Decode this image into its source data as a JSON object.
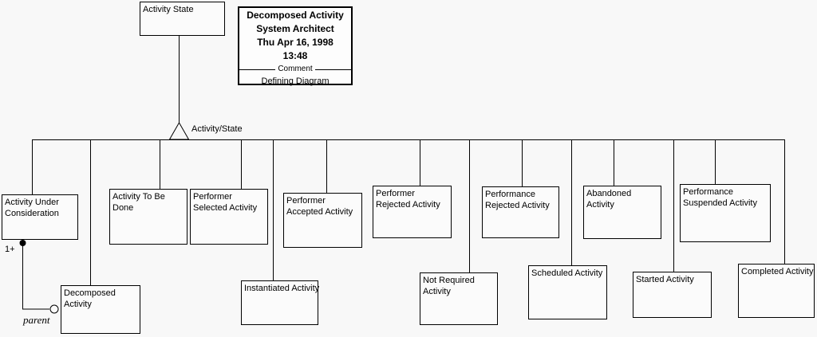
{
  "diagram": {
    "root": {
      "label": "Activity State"
    },
    "title_block": {
      "lines": [
        "Decomposed Activity",
        "System Architect",
        "Thu Apr 16, 1998",
        "13:48"
      ],
      "comment_label": "Comment",
      "footer": "Defining Diagram"
    },
    "branch_label": "Activity/State",
    "annotations": {
      "cardinality": "1+",
      "role": "parent"
    },
    "nodes": [
      {
        "id": "activity-under-consideration",
        "label": "Activity Under Consideration"
      },
      {
        "id": "activity-to-be-done",
        "label": "Activity To Be Done"
      },
      {
        "id": "performer-selected-activity",
        "label": "Performer Selected Activity"
      },
      {
        "id": "performer-accepted-activity",
        "label": "Performer Accepted Activity"
      },
      {
        "id": "performer-rejected-activity",
        "label": "Performer Rejected Activity"
      },
      {
        "id": "performance-rejected-activity",
        "label": "Performance Rejected Activity"
      },
      {
        "id": "abandoned-activity",
        "label": "Abandoned Activity"
      },
      {
        "id": "performance-suspended-activity",
        "label": "Performance Suspended Activity"
      },
      {
        "id": "instantiated-activity",
        "label": "Instantiated Activity"
      },
      {
        "id": "not-required-activity",
        "label": "Not Required Activity"
      },
      {
        "id": "scheduled-activity",
        "label": "Scheduled Activity"
      },
      {
        "id": "started-activity",
        "label": "Started Activity"
      },
      {
        "id": "completed-activity",
        "label": "Completed Activity"
      },
      {
        "id": "decomposed-activity",
        "label": "Decomposed Activity"
      }
    ],
    "colors": {
      "line": "#000000",
      "background": "#f8f8f8",
      "box_fill": "#fbfbfb"
    }
  }
}
